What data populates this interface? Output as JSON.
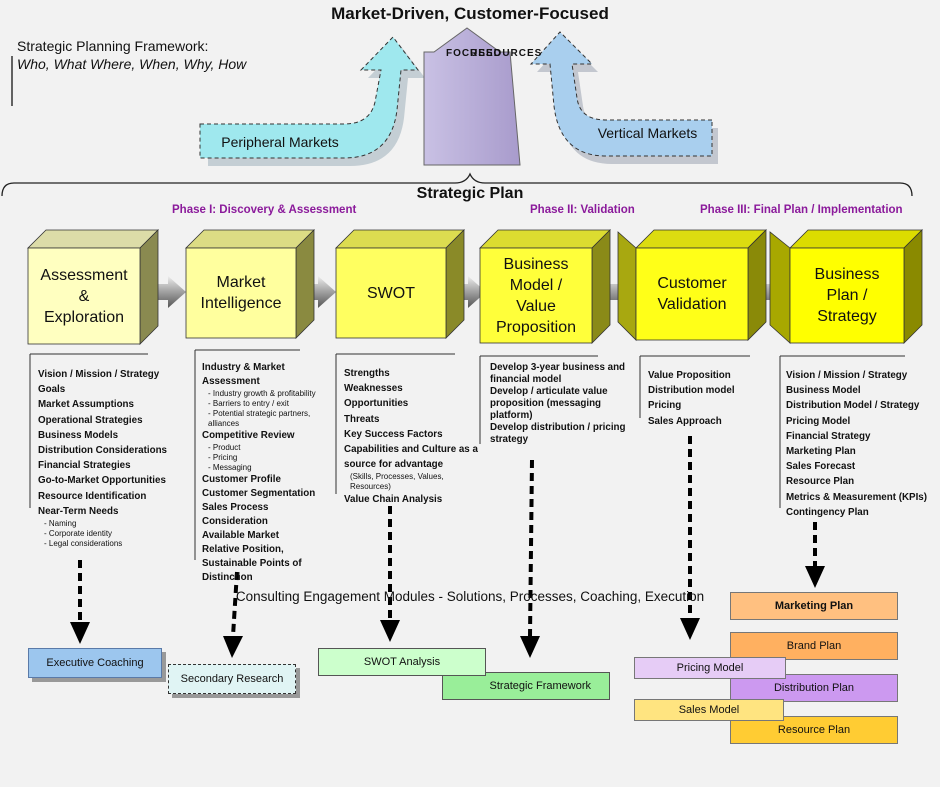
{
  "title": "Market-Driven, Customer-Focused",
  "framework": {
    "title": "Strategic Planning Framework:",
    "subtitle": "Who, What Where, When, Why, How"
  },
  "top_arrows": {
    "left_label": "Peripheral Markets",
    "right_label": "Vertical Markets",
    "center_left_vertical": "FOCUSED",
    "center_right_vertical": "RESOURCES"
  },
  "plan_title": "Strategic Plan",
  "phases": [
    "Phase I: Discovery & Assessment",
    "Phase II: Validation",
    "Phase III: Final Plan / Implementation"
  ],
  "stages": [
    {
      "label_lines": [
        "Assessment",
        "&",
        "Exploration"
      ],
      "items": [
        {
          "t": "Vision / Mission / Strategy"
        },
        {
          "t": "Goals"
        },
        {
          "t": "Market Assumptions"
        },
        {
          "t": "Operational Strategies"
        },
        {
          "t": "Business Models"
        },
        {
          "t": "Distribution Considerations"
        },
        {
          "t": "Financial Strategies"
        },
        {
          "t": "Go-to-Market Opportunities"
        },
        {
          "t": "Resource Identification"
        },
        {
          "t": "Near-Term Needs"
        },
        {
          "t": "Naming",
          "sub": true
        },
        {
          "t": "Corporate identity",
          "sub": true
        },
        {
          "t": "Legal considerations",
          "sub": true
        }
      ]
    },
    {
      "label_lines": [
        "Market",
        "Intelligence"
      ],
      "items": [
        {
          "t": "Industry & Market Assessment"
        },
        {
          "t": "Industry growth & profitability",
          "sub": true
        },
        {
          "t": "Barriers to entry / exit",
          "sub": true
        },
        {
          "t": "Potential strategic partners, alliances",
          "sub": true
        },
        {
          "t": "Competitive Review"
        },
        {
          "t": "Product",
          "sub": true
        },
        {
          "t": "Pricing",
          "sub": true
        },
        {
          "t": "Messaging",
          "sub": true
        },
        {
          "t": "Customer Profile"
        },
        {
          "t": "Customer Segmentation"
        },
        {
          "t": "Sales Process Consideration"
        },
        {
          "t": "Available Market"
        },
        {
          "t": "Relative Position, Sustainable Points of Distinction"
        }
      ]
    },
    {
      "label_lines": [
        "SWOT"
      ],
      "items": [
        {
          "t": "Strengths"
        },
        {
          "t": "Weaknesses"
        },
        {
          "t": "Opportunities"
        },
        {
          "t": "Threats"
        },
        {
          "t": "Key Success Factors"
        },
        {
          "t": "Capabilities and Culture as a source for advantage"
        },
        {
          "t": "(Skills, Processes, Values, Resources)",
          "sub": true,
          "nodash": true
        },
        {
          "t": "Value Chain Analysis"
        }
      ]
    },
    {
      "label_lines": [
        "Business",
        "Model /",
        "Value",
        "Proposition"
      ],
      "items": [
        {
          "t": "Develop 3-year business and financial model"
        },
        {
          "t": "Develop / articulate value proposition (messaging platform)"
        },
        {
          "t": "Develop distribution / pricing strategy"
        }
      ]
    },
    {
      "label_lines": [
        "Customer",
        "Validation"
      ],
      "items": [
        {
          "t": "Value Proposition"
        },
        {
          "t": "Distribution model"
        },
        {
          "t": "Pricing"
        },
        {
          "t": "Sales Approach"
        }
      ]
    },
    {
      "label_lines": [
        "Business",
        "Plan /",
        "Strategy"
      ],
      "items": [
        {
          "t": "Vision / Mission / Strategy"
        },
        {
          "t": "Business Model"
        },
        {
          "t": "Distribution Model / Strategy"
        },
        {
          "t": "Pricing Model"
        },
        {
          "t": "Financial Strategy"
        },
        {
          "t": "Marketing Plan"
        },
        {
          "t": "Sales Forecast"
        },
        {
          "t": "Resource Plan"
        },
        {
          "t": "Metrics & Measurement (KPIs)"
        },
        {
          "t": "Contingency Plan"
        }
      ]
    }
  ],
  "modules_title": "Consulting Engagement Modules - Solutions, Processes, Coaching, Execution",
  "modules": {
    "executive_coaching": "Executive Coaching",
    "secondary_research": "Secondary Research",
    "swot_analysis": "SWOT Analysis",
    "strategic_framework": "Strategic Framework",
    "pricing_model": "Pricing Model",
    "sales_model": "Sales Model",
    "marketing_plan": "Marketing Plan",
    "brand_plan": "Brand Plan",
    "distribution_plan": "Distribution Plan",
    "resource_plan": "Resource Plan"
  },
  "colors": {
    "phase_text": "#8b1a9b",
    "peripheral_arrow": "#9fe8ee",
    "vertical_arrow": "#a9cfee",
    "center_arrow": "#b8aed6",
    "box1": "#ffffc0",
    "box2": "#ffff9e",
    "box3": "#ffff60",
    "box4": "#ffff3a",
    "box5": "#ffff18",
    "box6": "#ffff00",
    "exec_coaching": "#9cc6ee",
    "secondary_research": "#e0f4f4",
    "swot_analysis": "#ccffcc",
    "strategic_framework": "#99ee99",
    "pricing_model": "#e6ccf6",
    "distribution_plan": "#cc99f0",
    "sales_model": "#ffe480",
    "resource_plan": "#ffcc33",
    "marketing_plan": "#ffc080",
    "brand_plan": "#ffb060"
  }
}
